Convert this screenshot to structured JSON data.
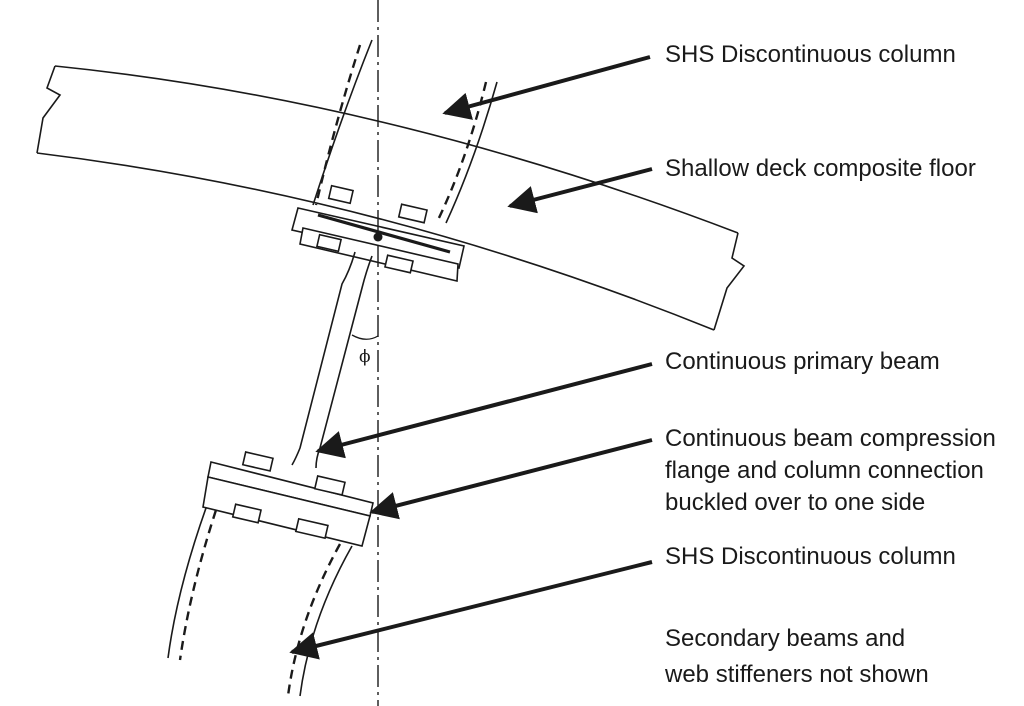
{
  "labels": {
    "top_column": "SHS Discontinuous column",
    "floor": "Shallow deck composite floor",
    "primary_beam": "Continuous primary beam",
    "compression_line1": "Continuous beam compression",
    "compression_line2": "flange and column connection",
    "compression_line3": "buckled over to one side",
    "bottom_column": "SHS Discontinuous column",
    "note_line1": "Secondary beams and",
    "note_line2": "web stiffeners not shown"
  },
  "symbols": {
    "angle": "ϕ"
  },
  "colors": {
    "line": "#1a1a1a",
    "background": "#ffffff"
  }
}
